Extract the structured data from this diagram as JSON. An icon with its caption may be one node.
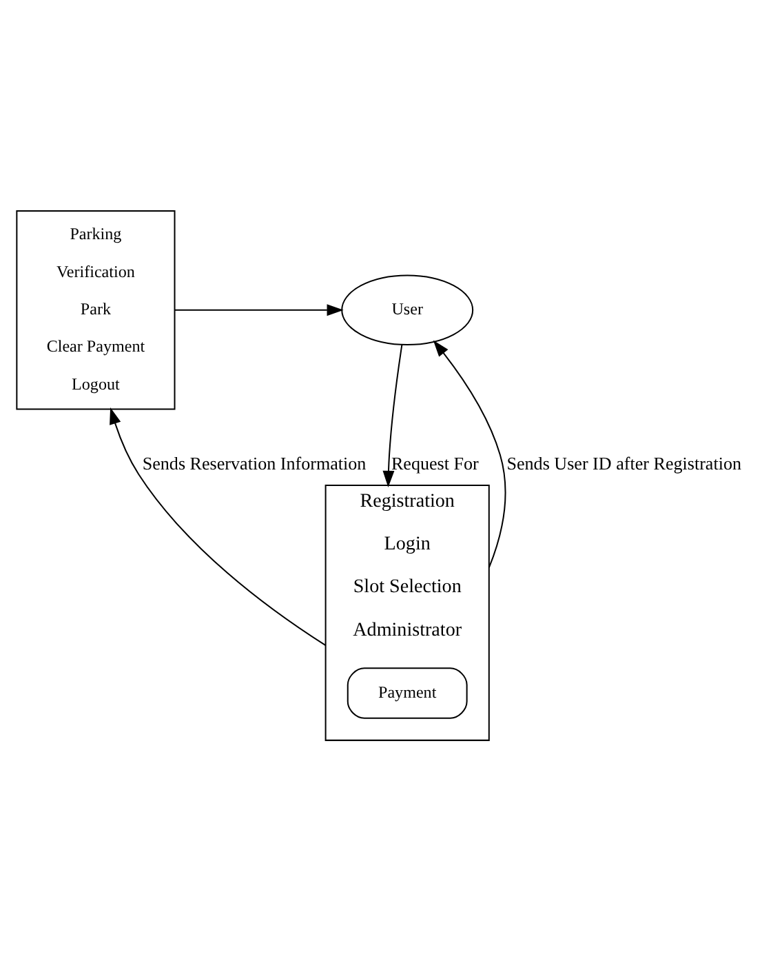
{
  "diagram": {
    "nodes": [
      {
        "text": [
          "User"
        ]
      },
      {
        "text": [
          "Parking",
          "Verification",
          "Park",
          "Clear Payment",
          "Logout"
        ]
      },
      {
        "text": [
          "Registration",
          "Login",
          "Slot Selection",
          "Administrator"
        ]
      },
      {
        "text": [
          "Payment"
        ],
        "in": 2
      }
    ],
    "edges": [
      {
        "from": 1,
        "to": 0,
        "arrow": "to"
      },
      {
        "from": 2,
        "to": 0,
        "arrow": "to",
        "label": "Sends User ID after Registration"
      },
      {
        "from": 0,
        "to": 2,
        "arrow": "to",
        "label": "Request For"
      },
      {
        "from": 2,
        "to": 1,
        "arrow": "to",
        "label": "Sends Reservation Information"
      }
    ]
  }
}
